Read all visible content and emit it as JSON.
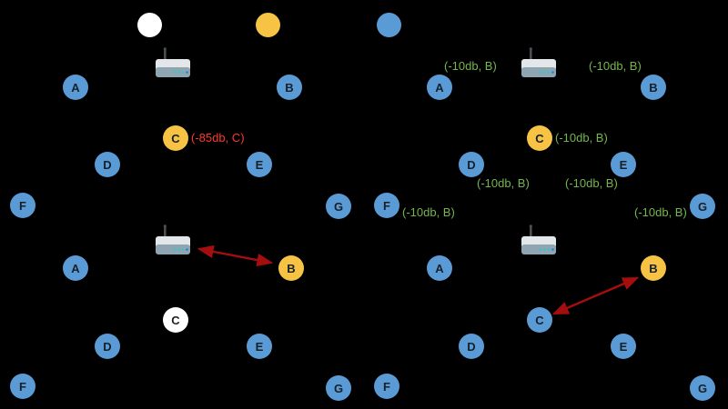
{
  "colors": {
    "background": "#000000",
    "node_blue": "#5b9bd5",
    "node_yellow": "#f6c344",
    "node_white": "#ffffff",
    "node_label_text": "#15202b",
    "annotation_red": "#fd3a2d",
    "annotation_green": "#74b64c",
    "arrow_red": "#a50e0e"
  },
  "indicators": {
    "dot1_color": "#ffffff",
    "dot2_color": "#f6c344",
    "dot3_color": "#5b9bd5"
  },
  "top_left": {
    "nodes": {
      "a": "A",
      "b": "B",
      "c": "C",
      "d": "D",
      "e": "E",
      "f": "F",
      "g": "G"
    },
    "annotations": {
      "c": "(-85db, C)"
    }
  },
  "top_right": {
    "nodes": {
      "a": "A",
      "b": "B",
      "c": "C",
      "d": "D",
      "e": "E",
      "f": "F",
      "g": "G"
    },
    "annotations": {
      "router_left": "(-10db, B)",
      "router_right": "(-10db, B)",
      "c": "(-10db, B)",
      "d": "(-10db, B)",
      "e": "(-10db, B)",
      "f": "(-10db, B)",
      "g": "(-10db, B)"
    }
  },
  "bottom_left": {
    "nodes": {
      "a": "A",
      "b": "B",
      "c": "C",
      "d": "D",
      "e": "E",
      "f": "F",
      "g": "G"
    }
  },
  "bottom_right": {
    "nodes": {
      "a": "A",
      "b": "B",
      "c": "C",
      "d": "D",
      "e": "E",
      "f": "F",
      "g": "G"
    }
  }
}
